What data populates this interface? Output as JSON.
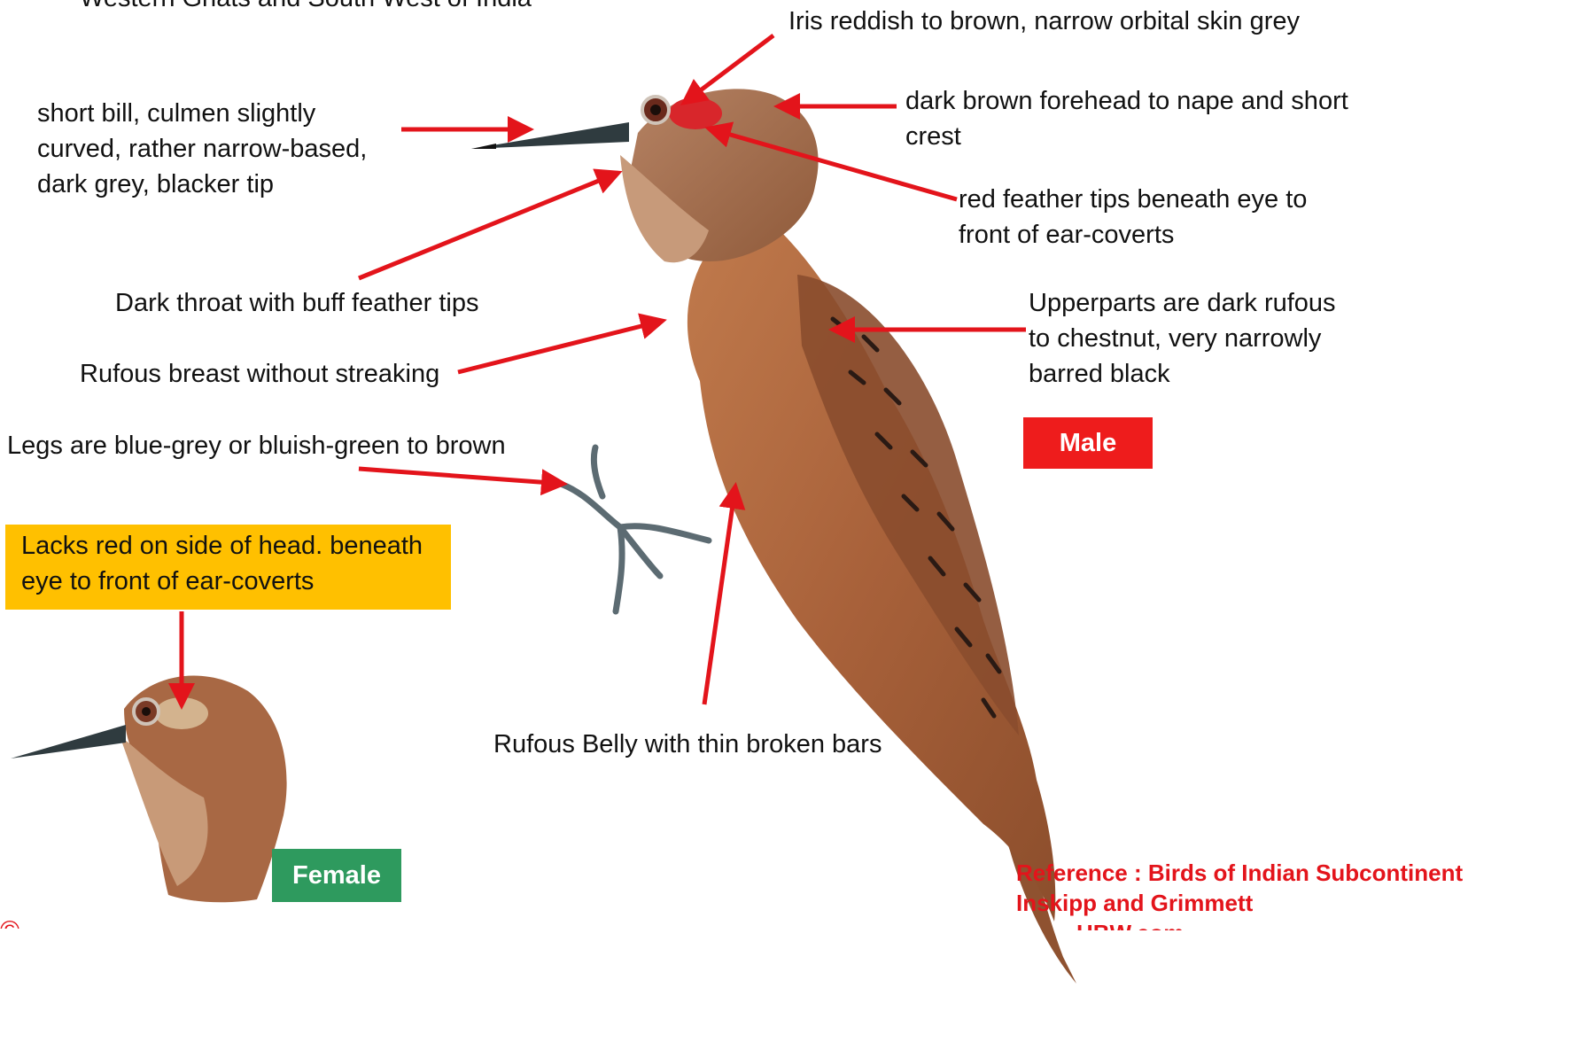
{
  "title_partial": "Western Ghats and South West of India",
  "labels": {
    "iris": "Iris reddish to brown, narrow orbital skin grey",
    "bill": "short bill, culmen slightly\ncurved, rather narrow-based,\ndark grey, blacker tip",
    "forehead": "dark brown forehead to nape and short\ncrest",
    "red_feathers": "red feather tips beneath eye to\nfront of ear-coverts",
    "throat": "Dark throat with buff feather tips",
    "upperparts": "Upperparts  are dark rufous\nto chestnut, very narrowly\nbarred black",
    "breast": "Rufous breast without streaking",
    "legs": "Legs are blue-grey or bluish-green to brown",
    "belly": "Rufous Belly with thin broken bars",
    "female_note": "Lacks red on side of head. beneath\neye to front of ear-coverts"
  },
  "badges": {
    "male": "Male",
    "female": "Female"
  },
  "reference": {
    "line1": "Reference : Birds of Indian Subcontinent",
    "line2": "Inskipp and Grimmett",
    "line3": "HBW.com"
  },
  "credit_partial": "©",
  "colors": {
    "arrow": "#e3141b",
    "male_badge": "#ee1c1c",
    "female_badge": "#2e9a5e",
    "note_box": "#ffc000"
  }
}
